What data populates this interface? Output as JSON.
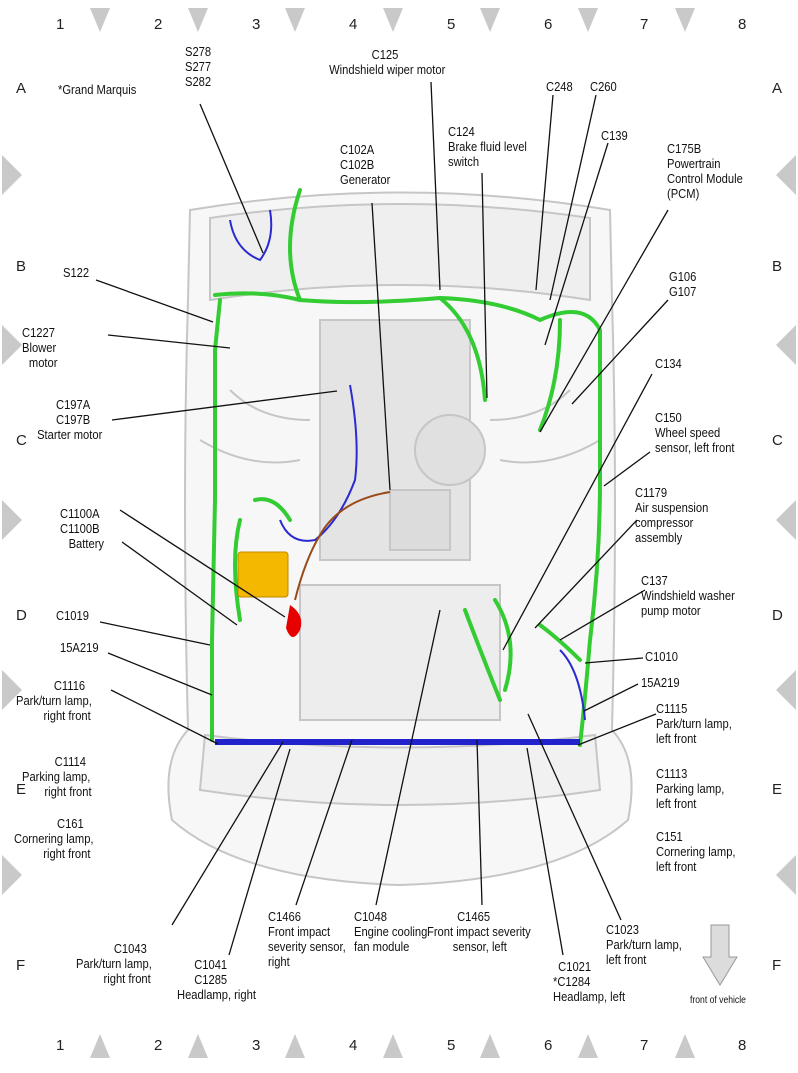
{
  "grid": {
    "columns": [
      "1",
      "2",
      "3",
      "4",
      "5",
      "6",
      "7",
      "8"
    ],
    "rows": [
      "A",
      "B",
      "C",
      "D",
      "E",
      "F"
    ]
  },
  "note": "*Grand Marquis",
  "front_label": "front of vehicle",
  "labels": {
    "s278": [
      "S278",
      "S277",
      "S282"
    ],
    "c125": [
      "C125",
      "Windshield wiper motor"
    ],
    "c248": [
      "C248"
    ],
    "c260": [
      "C260"
    ],
    "c139": [
      "C139"
    ],
    "c124": [
      "C124",
      "Brake fluid level",
      "switch"
    ],
    "c102": [
      "C102A",
      "C102B",
      "Generator"
    ],
    "c175b": [
      "C175B",
      "Powertrain",
      "Control Module",
      "(PCM)"
    ],
    "s122": [
      "S122"
    ],
    "c1227": [
      "C1227",
      "Blower",
      "motor"
    ],
    "g106": [
      "G106",
      "G107"
    ],
    "c134": [
      "C134"
    ],
    "c197": [
      "C197A",
      "C197B",
      "Starter motor"
    ],
    "c150": [
      "C150",
      "Wheel speed",
      "sensor, left front"
    ],
    "c1179": [
      "C1179",
      "Air suspension",
      "compressor",
      "assembly"
    ],
    "c1100": [
      "C1100A",
      "C1100B",
      "Battery"
    ],
    "c137": [
      "C137",
      "Windshield washer",
      "pump motor"
    ],
    "c1019": [
      "C1019"
    ],
    "c1010": [
      "C1010"
    ],
    "r15a219": [
      "15A219"
    ],
    "l15a219": [
      "15A219"
    ],
    "c1116": [
      "C1116",
      "Park/turn lamp,",
      "right front"
    ],
    "c1115": [
      "C1115",
      "Park/turn lamp,",
      "left front"
    ],
    "c1114": [
      "C1114",
      "Parking lamp,",
      "right front"
    ],
    "c1113": [
      "C1113",
      "Parking lamp,",
      "left front"
    ],
    "c161": [
      "C161",
      "Cornering lamp,",
      "right front"
    ],
    "c151": [
      "C151",
      "Cornering lamp,",
      "left front"
    ],
    "c1466": [
      "C1466",
      "Front impact",
      "severity sensor,",
      "right"
    ],
    "c1048": [
      "C1048",
      "Engine cooling",
      "fan module"
    ],
    "c1465": [
      "C1465",
      "Front impact severity",
      "sensor, left"
    ],
    "c1023": [
      "C1023",
      "Park/turn lamp,",
      "left front"
    ],
    "c1043": [
      "C1043",
      "Park/turn lamp,",
      "right front"
    ],
    "c1041": [
      "C1041",
      "C1285",
      "Headlamp, right"
    ],
    "c1021": [
      "C1021",
      "*C1284",
      "Headlamp, left"
    ]
  },
  "colors": {
    "harness_main": "#33cc33",
    "harness_front": "#2222cc",
    "battery": "#f5b800",
    "battery_terminal": "#e60000",
    "body_outline": "#c8c8c8",
    "grid_arrow": "#c8c8c8"
  }
}
